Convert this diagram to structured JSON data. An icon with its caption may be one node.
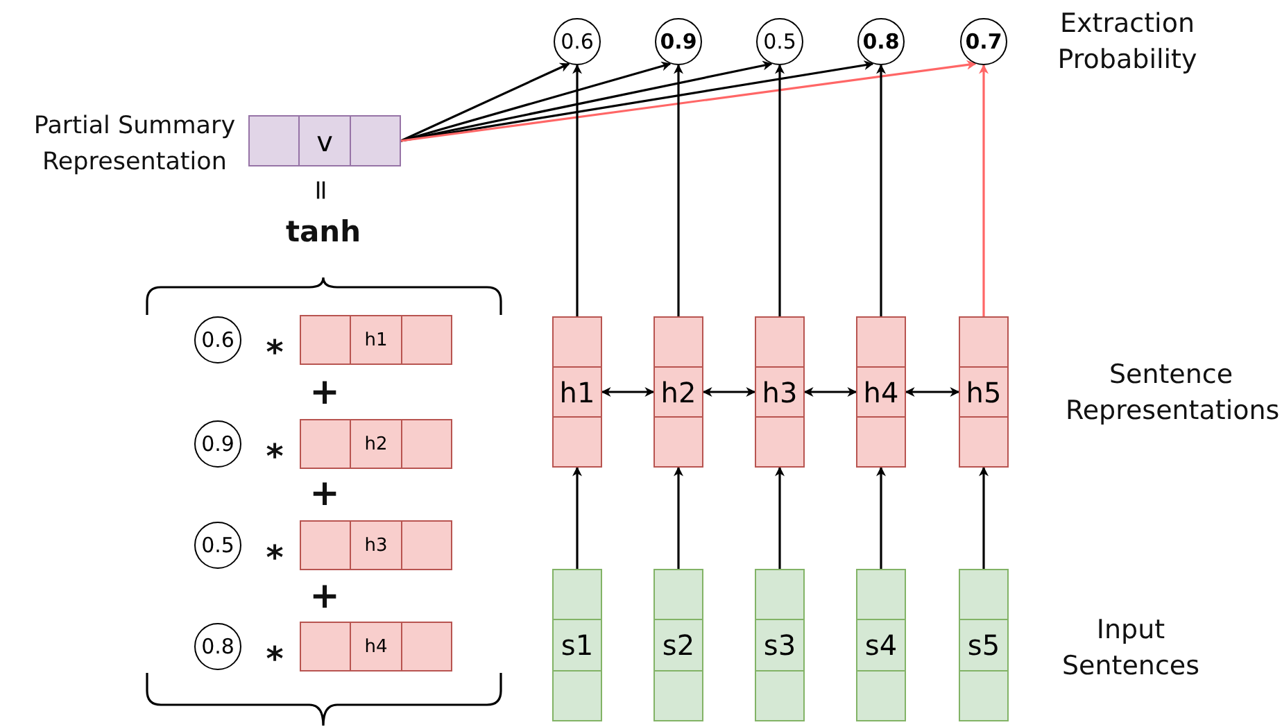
{
  "diagram": {
    "nodes": [
      {
        "text": [
          "0.6"
        ]
      },
      {
        "text": [
          "**0.9**"
        ]
      },
      {
        "text": [
          "0.5"
        ]
      },
      {
        "text": [
          "**0.8**"
        ]
      },
      {
        "text": [
          "**0.7**"
        ]
      },
      {
        "text": [
          "v"
        ]
      },
      {
        "text": [
          "h1"
        ]
      },
      {
        "text": [
          "h2"
        ]
      },
      {
        "text": [
          "h3"
        ]
      },
      {
        "text": [
          "h4"
        ]
      },
      {
        "text": [
          "h5"
        ]
      },
      {
        "text": [
          "s1"
        ]
      },
      {
        "text": [
          "s2"
        ]
      },
      {
        "text": [
          "s3"
        ]
      },
      {
        "text": [
          "s4"
        ]
      },
      {
        "text": [
          "s5"
        ]
      },
      {
        "text": [
          "0.6"
        ]
      },
      {
        "text": [
          "0.9"
        ]
      },
      {
        "text": [
          "0.5"
        ]
      },
      {
        "text": [
          "0.8"
        ]
      },
      {
        "text": [
          "h1"
        ]
      },
      {
        "text": [
          "h2"
        ]
      },
      {
        "text": [
          "h3"
        ]
      },
      {
        "text": [
          "h4"
        ]
      }
    ],
    "edges": [
      {
        "from": 5,
        "to": 0,
        "arrow": "to"
      },
      {
        "from": 5,
        "to": 1,
        "arrow": "to"
      },
      {
        "from": 5,
        "to": 2,
        "arrow": "to"
      },
      {
        "from": 5,
        "to": 3,
        "arrow": "to"
      },
      {
        "from": 5,
        "to": 4,
        "arrow": "to",
        "color": "#ff6666"
      },
      {
        "from": 6,
        "to": 0,
        "arrow": "to"
      },
      {
        "from": 7,
        "to": 1,
        "arrow": "to"
      },
      {
        "from": 8,
        "to": 2,
        "arrow": "to"
      },
      {
        "from": 9,
        "to": 3,
        "arrow": "to"
      },
      {
        "from": 10,
        "to": 4,
        "arrow": "to",
        "color": "#ff6666"
      },
      {
        "from": 6,
        "to": 7,
        "arrow": "both"
      },
      {
        "from": 7,
        "to": 8,
        "arrow": "both"
      },
      {
        "from": 8,
        "to": 9,
        "arrow": "both"
      },
      {
        "from": 9,
        "to": 10,
        "arrow": "both"
      },
      {
        "from": 11,
        "to": 6,
        "arrow": "to"
      },
      {
        "from": 12,
        "to": 7,
        "arrow": "to"
      },
      {
        "from": 13,
        "to": 8,
        "arrow": "to"
      },
      {
        "from": 14,
        "to": 9,
        "arrow": "to"
      },
      {
        "from": 15,
        "to": 10,
        "arrow": "to"
      }
    ],
    "labels": [
      "Extraction Probability",
      "Partial Summary Representation",
      "=",
      "tanh",
      "*",
      "+",
      "*",
      "+",
      "*",
      "+",
      "*",
      "Sentence Representations",
      "Input Sentences"
    ]
  }
}
